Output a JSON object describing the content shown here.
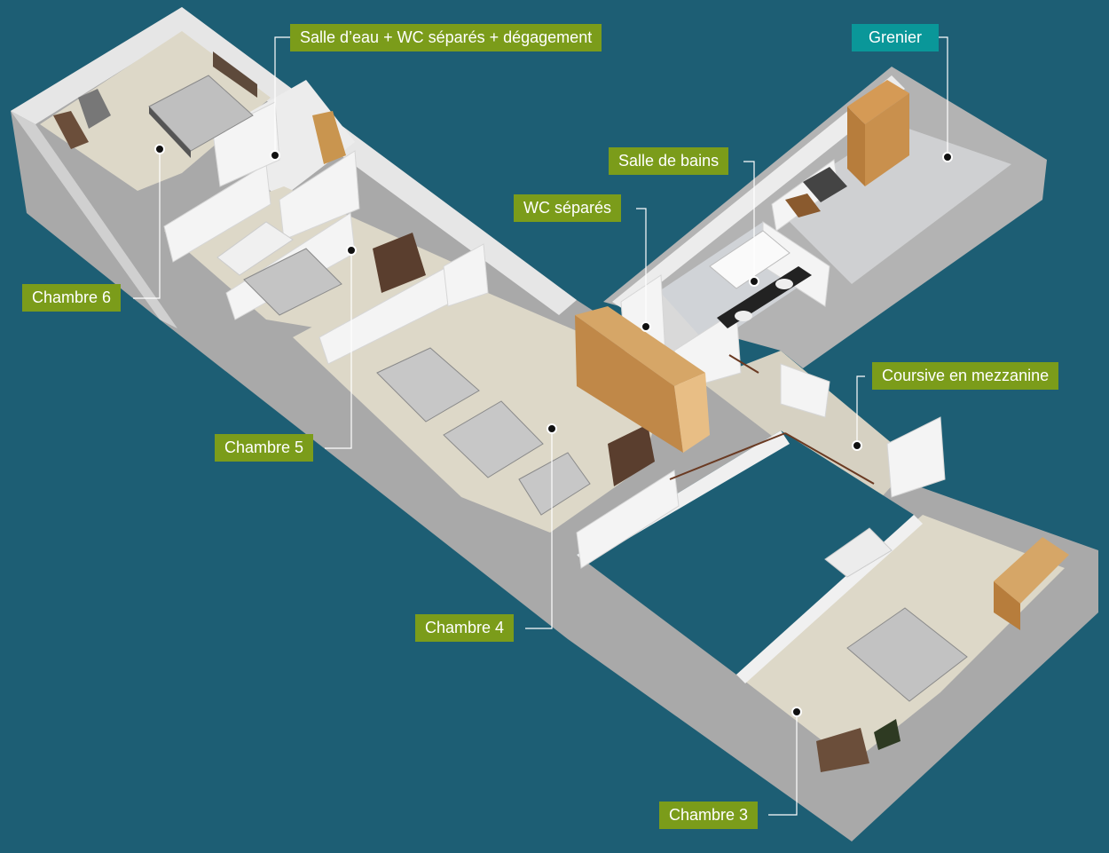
{
  "colors": {
    "background": "#1d5e74",
    "label_green": "#7b9c1a",
    "label_teal": "#0a9799",
    "floor_beige": "#ddd8c8",
    "floor_grey": "#cfd0d2",
    "wall": "#f2f2f2",
    "wall_side": "#bdbdbd"
  },
  "labels": {
    "salle_eau": "Salle d’eau + WC séparés + dégagement",
    "grenier": "Grenier",
    "salle_bains": "Salle de bains",
    "wc": "WC séparés",
    "chambre6": "Chambre 6",
    "coursive": "Coursive en mezzanine",
    "chambre5": "Chambre 5",
    "chambre4": "Chambre 4",
    "chambre3": "Chambre 3"
  },
  "icons": [
    "bed-icon",
    "wardrobe-icon",
    "bathtub-icon",
    "staircase-icon",
    "railing-icon"
  ]
}
